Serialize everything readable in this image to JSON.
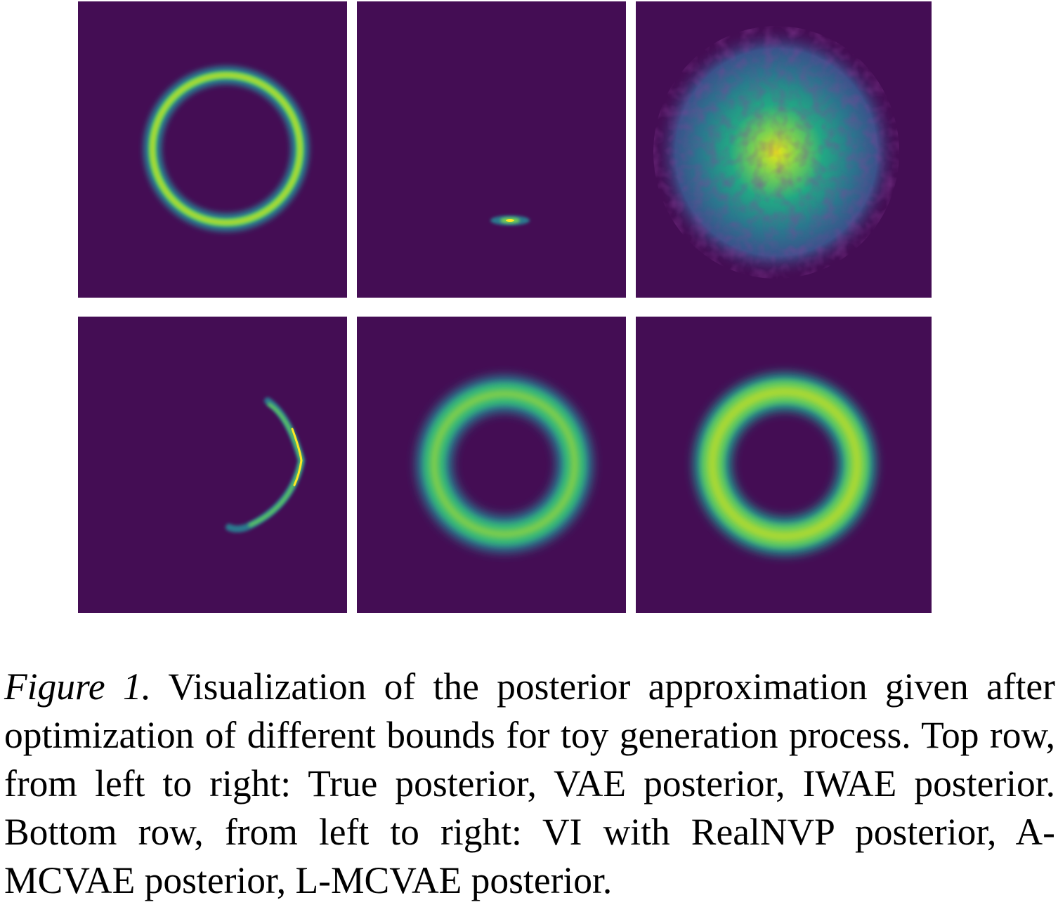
{
  "figure": {
    "panels": [
      {
        "id": "true-posterior",
        "row": "top",
        "shape": "ring"
      },
      {
        "id": "vae-posterior",
        "row": "top",
        "shape": "small-ellipse"
      },
      {
        "id": "iwae-posterior",
        "row": "top",
        "shape": "diffuse-blob"
      },
      {
        "id": "vi-realnvp-posterior",
        "row": "bottom",
        "shape": "arc"
      },
      {
        "id": "a-mcvae-posterior",
        "row": "bottom",
        "shape": "ring"
      },
      {
        "id": "l-mcvae-posterior",
        "row": "bottom",
        "shape": "ring"
      }
    ],
    "colormap": {
      "background": "#440d54",
      "mid": "#21918c",
      "high": "#5ec962",
      "peak": "#e8e419"
    }
  },
  "caption": {
    "label": "Figure 1.",
    "text": "Visualization of the posterior approximation given after optimization of different bounds for toy generation process. Top row, from left to right: True posterior, VAE posterior, IWAE posterior. Bottom row, from left to right: VI with RealNVP posterior, A-MCVAE posterior, L-MCVAE posterior."
  }
}
